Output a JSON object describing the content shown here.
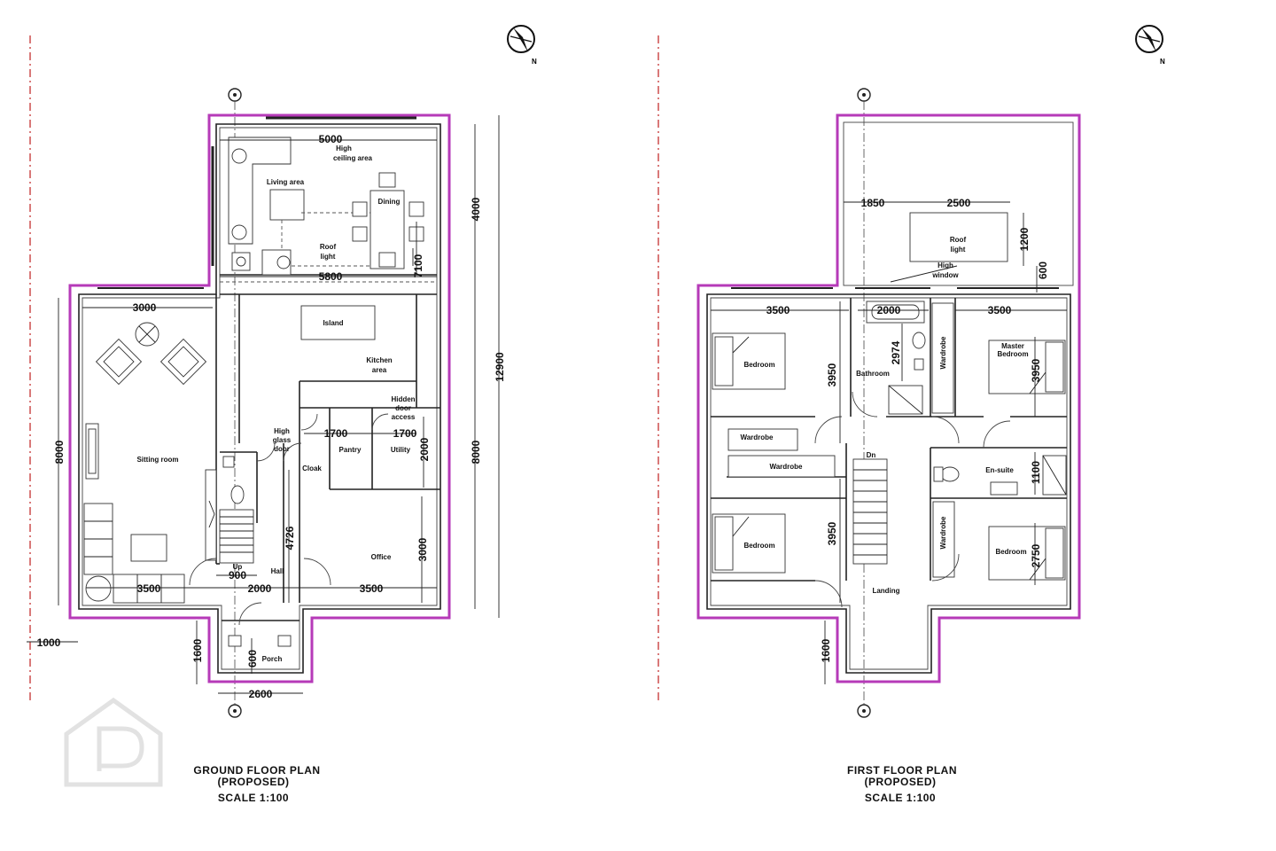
{
  "ground_floor": {
    "title": "GROUND FLOOR PLAN",
    "subtitle": "(PROPOSED)",
    "scale": "SCALE 1:100",
    "rooms": {
      "high_ceiling": "High",
      "high_ceiling_2": "ceiling area",
      "living": "Living area",
      "dining": "Dining",
      "rooflight": "Roof",
      "rooflight_2": "light",
      "island": "Island",
      "kitchen": "Kitchen",
      "kitchen_2": "area",
      "hidden_door": "Hidden",
      "hidden_door_2": "door",
      "hidden_door_3": "access",
      "sitting": "Sitting room",
      "pantry": "Pantry",
      "utility": "Utility",
      "high_glass": "High",
      "high_glass_2": "glass",
      "high_glass_3": "door",
      "cloak": "Cloak",
      "office": "Office",
      "hall": "Hall",
      "up": "Up",
      "porch": "Porch"
    },
    "dims": {
      "d5000": "5000",
      "d4000": "4000",
      "d5800": "5800",
      "d7100": "7100",
      "d12900": "12900",
      "d3000a": "3000",
      "d8000a": "8000",
      "d8000b": "8000",
      "d1700a": "1700",
      "d1700b": "1700",
      "d2000v": "2000",
      "d4726": "4726",
      "d3000b": "3000",
      "d900": "900",
      "d3500a": "3500",
      "d2000h": "2000",
      "d3500b": "3500",
      "d1000": "1000",
      "d1600": "1600",
      "d600": "600",
      "d2600": "2600"
    }
  },
  "first_floor": {
    "title": "FIRST FLOOR PLAN",
    "subtitle": "(PROPOSED)",
    "scale": "SCALE 1:100",
    "rooms": {
      "rooflight": "Roof",
      "rooflight_2": "light",
      "high_window": "High",
      "high_window_2": "window",
      "bedroom1": "Bedroom",
      "bathroom": "Bathroom",
      "wardrobe_v1": "Wardrobe",
      "master": "Master",
      "master_2": "Bedroom",
      "wardrobe1": "Wardrobe",
      "wardrobe2": "Wardrobe",
      "dn": "Dn",
      "ensuite": "En-suite",
      "bedroom2": "Bedroom",
      "wardrobe_v2": "Wardrobe",
      "bedroom3": "Bedroom",
      "landing": "Landing"
    },
    "dims": {
      "d1850": "1850",
      "d2500": "2500",
      "d1200": "1200",
      "d600a": "600",
      "d3500a": "3500",
      "d2000": "2000",
      "d3500b": "3500",
      "d2974": "2974",
      "d3950a": "3950",
      "d3950b": "3950",
      "d1100": "1100",
      "d3950c": "3950",
      "d2750": "2750",
      "d1600": "1600"
    }
  },
  "colors": {
    "boundary": "#b63ab8",
    "section_line": "#c94040",
    "walls": "#222222"
  },
  "icons": [
    "north-arrow-icon",
    "section-marker-icon",
    "watermark-logo-icon"
  ]
}
